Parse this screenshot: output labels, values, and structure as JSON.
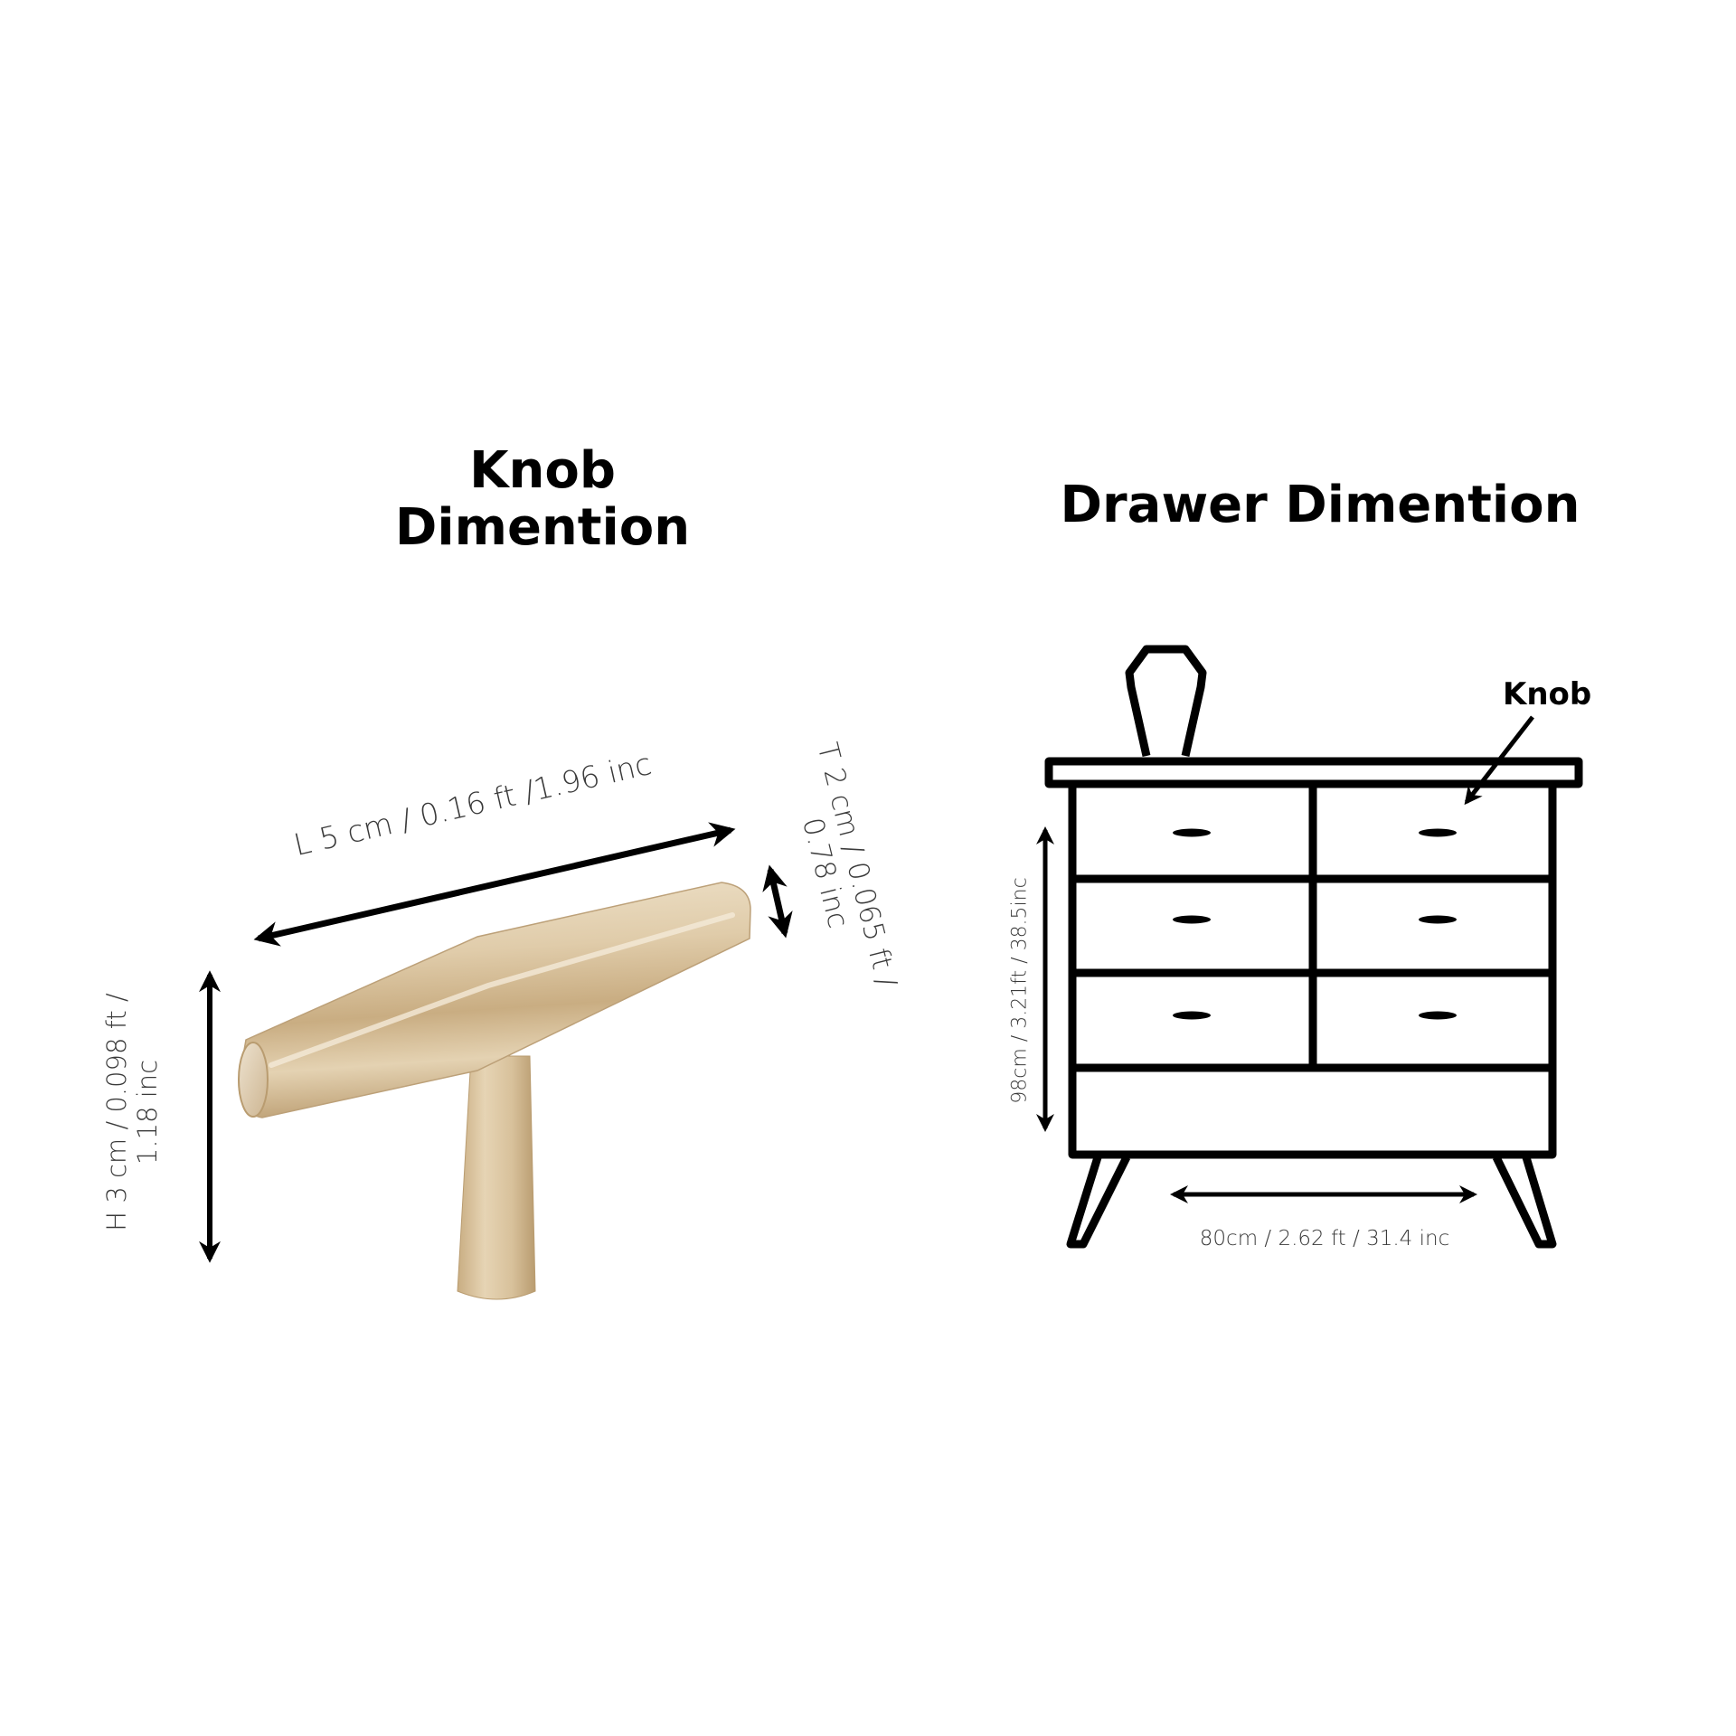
{
  "knob_section": {
    "title_line1": "Knob",
    "title_line2": "Dimention",
    "length_label": "L 5 cm / 0.16 ft /1.96 inc",
    "thickness_label_line1": "T 2 cm / 0.065 ft /",
    "thickness_label_line2": "0.78 inc",
    "height_label_line1": "H 3 cm / 0.098 ft /",
    "height_label_line2": "1.18 inc",
    "knob_color": "#d9c3a0"
  },
  "drawer_section": {
    "title": "Drawer Dimention",
    "callout_label": "Knob",
    "height_label": "98cm / 3.21ft / 38.5inc",
    "width_label": "80cm / 2.62 ft / 31.4 inc",
    "rows": 3,
    "columns": 2
  }
}
